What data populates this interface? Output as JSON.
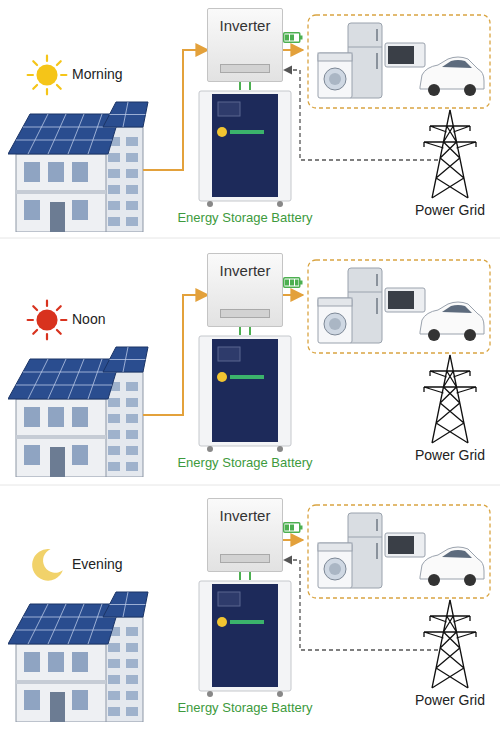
{
  "diagram": {
    "nodes": [
      {
        "text": [
          "Inverter"
        ]
      },
      {
        "text": [
          "Energy Storage Battery"
        ]
      },
      {
        "text": [
          "Power Grid"
        ]
      },
      {
        "text": [
          "Inverter"
        ]
      },
      {
        "text": [
          "Energy Storage Battery"
        ]
      },
      {
        "text": [
          "Power Grid"
        ]
      },
      {
        "text": [
          "Inverter"
        ]
      },
      {
        "text": [
          "Energy Storage Battery"
        ]
      },
      {
        "text": [
          "Power Grid"
        ]
      }
    ],
    "edges": [
      {
        "from": 2,
        "to": 0,
        "arrow": "to"
      },
      {
        "from": 1,
        "to": 0,
        "arrow": "none"
      },
      {
        "from": 4,
        "to": 3,
        "arrow": "none"
      },
      {
        "from": 8,
        "to": 6,
        "arrow": "to"
      },
      {
        "from": 7,
        "to": 6,
        "arrow": "none"
      }
    ],
    "labels": [
      "Morning",
      "Noon",
      "Evening"
    ]
  }
}
